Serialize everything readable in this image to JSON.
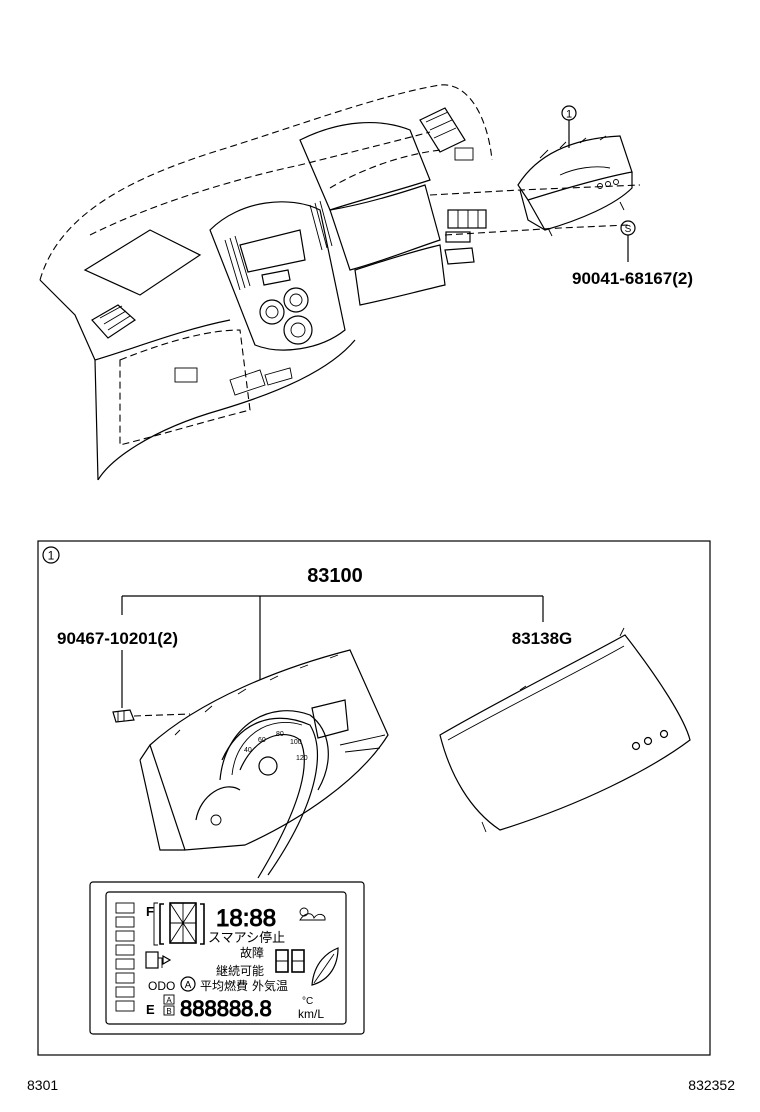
{
  "diagram": {
    "callout_1_marker": "1",
    "callout_s_marker": "S",
    "screw_part_label": "90041-68167(2)",
    "box_callout_marker": "1",
    "meter_assembly_label": "83100",
    "bulb_part_label": "90467-10201(2)",
    "glass_part_label": "83138G",
    "lcd": {
      "fuel_full": "F",
      "fuel_empty": "E",
      "clock": "18:88",
      "smart_stop": "スマアシ停止",
      "fault": "故障",
      "continue_possible": "継続可能",
      "odo": "ODO",
      "a_mark": "A",
      "trip_a": "A",
      "trip_b": "B",
      "avg_fuel": "平均燃費",
      "outside_temp": "外気温",
      "celsius": "°C",
      "kml": "km/L",
      "odometer_digits": "888888.8"
    },
    "footer_left_code": "8301",
    "footer_right_code": "832352"
  }
}
